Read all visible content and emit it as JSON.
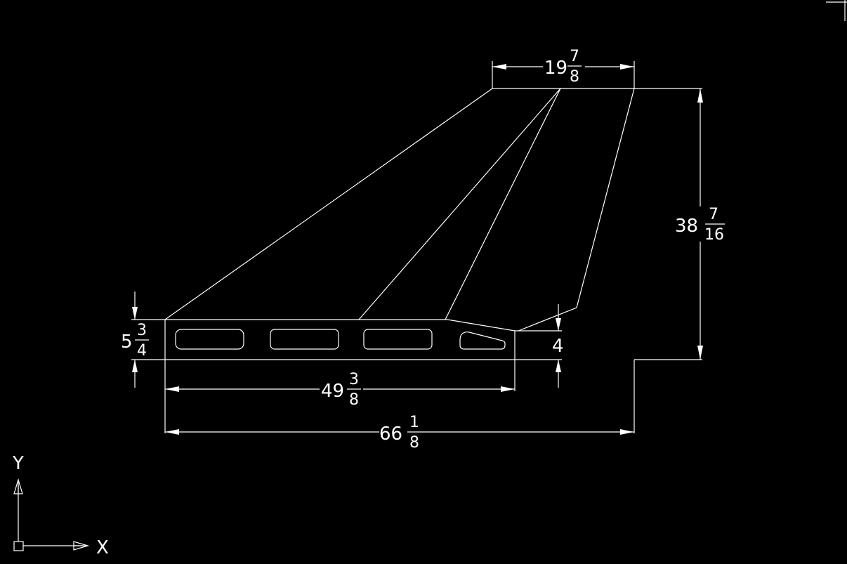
{
  "dimensions": {
    "top_width": {
      "whole": "19",
      "num": "7",
      "den": "8"
    },
    "height": {
      "whole": "38",
      "num": "7",
      "den": "16"
    },
    "flange_height": {
      "whole": "5",
      "num": "3",
      "den": "4"
    },
    "tip_offset": {
      "value": "4"
    },
    "flange_length": {
      "whole": "49",
      "num": "3",
      "den": "8"
    },
    "overall_length": {
      "whole": "66",
      "num": "1",
      "den": "8"
    }
  },
  "ucs": {
    "x_label": "X",
    "y_label": "Y"
  },
  "colors": {
    "background": "#000000",
    "linework": "#ffffff"
  }
}
